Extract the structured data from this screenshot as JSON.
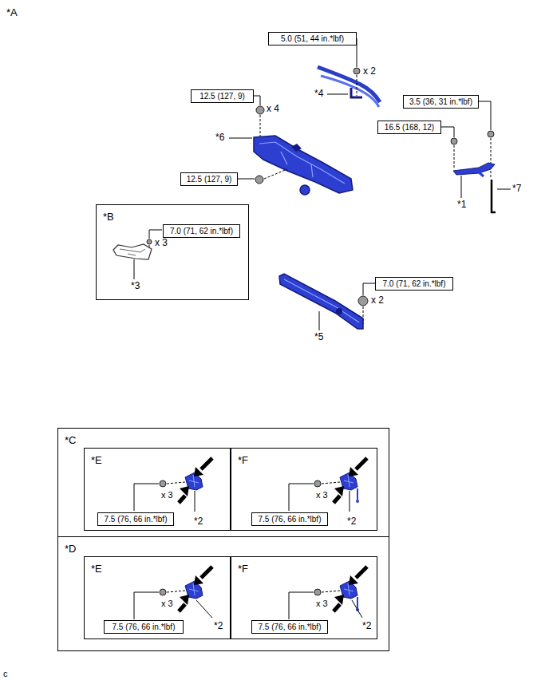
{
  "diagram": {
    "nodes": [
      {
        "text": [
          "5.0 (51, 44 in.*lbf)"
        ]
      },
      {
        "text": [
          "12.5 (127, 9)"
        ]
      },
      {
        "text": [
          "3.5 (36, 31 in.*lbf)"
        ]
      },
      {
        "text": [
          "16.5 (168, 12)"
        ]
      },
      {
        "text": [
          "12.5 (127, 9)"
        ]
      },
      {
        "text": [
          "*B",
          "x 3",
          "*3"
        ]
      },
      {
        "text": [
          "7.0 (71, 62 in.*lbf)"
        ],
        "in": 5
      },
      {
        "text": [
          "7.0 (71, 62 in.*lbf)"
        ]
      },
      {
        "text": [
          "*C"
        ]
      },
      {
        "text": [
          "*E",
          "x 3",
          "*2"
        ],
        "in": 8
      },
      {
        "text": [
          "7.5 (76, 66 in.*lbf)"
        ],
        "in": 9
      },
      {
        "text": [
          "*F",
          "x 3",
          "*2"
        ],
        "in": 8
      },
      {
        "text": [
          "7.5 (76, 66 in.*lbf)"
        ],
        "in": 11
      },
      {
        "text": [
          "*D"
        ]
      },
      {
        "text": [
          "*E",
          "x 3",
          "*2"
        ],
        "in": 13
      },
      {
        "text": [
          "7.5 (76, 66 in.*lbf)"
        ],
        "in": 14
      },
      {
        "text": [
          "*F",
          "x 3",
          "*2"
        ],
        "in": 13
      },
      {
        "text": [
          "7.5 (76, 66 in.*lbf)"
        ],
        "in": 16
      }
    ],
    "labels": [
      "*A",
      "x 2",
      "*4",
      "x 4",
      "*6",
      "*1",
      "*7",
      "x 2",
      "*5",
      "c"
    ]
  }
}
